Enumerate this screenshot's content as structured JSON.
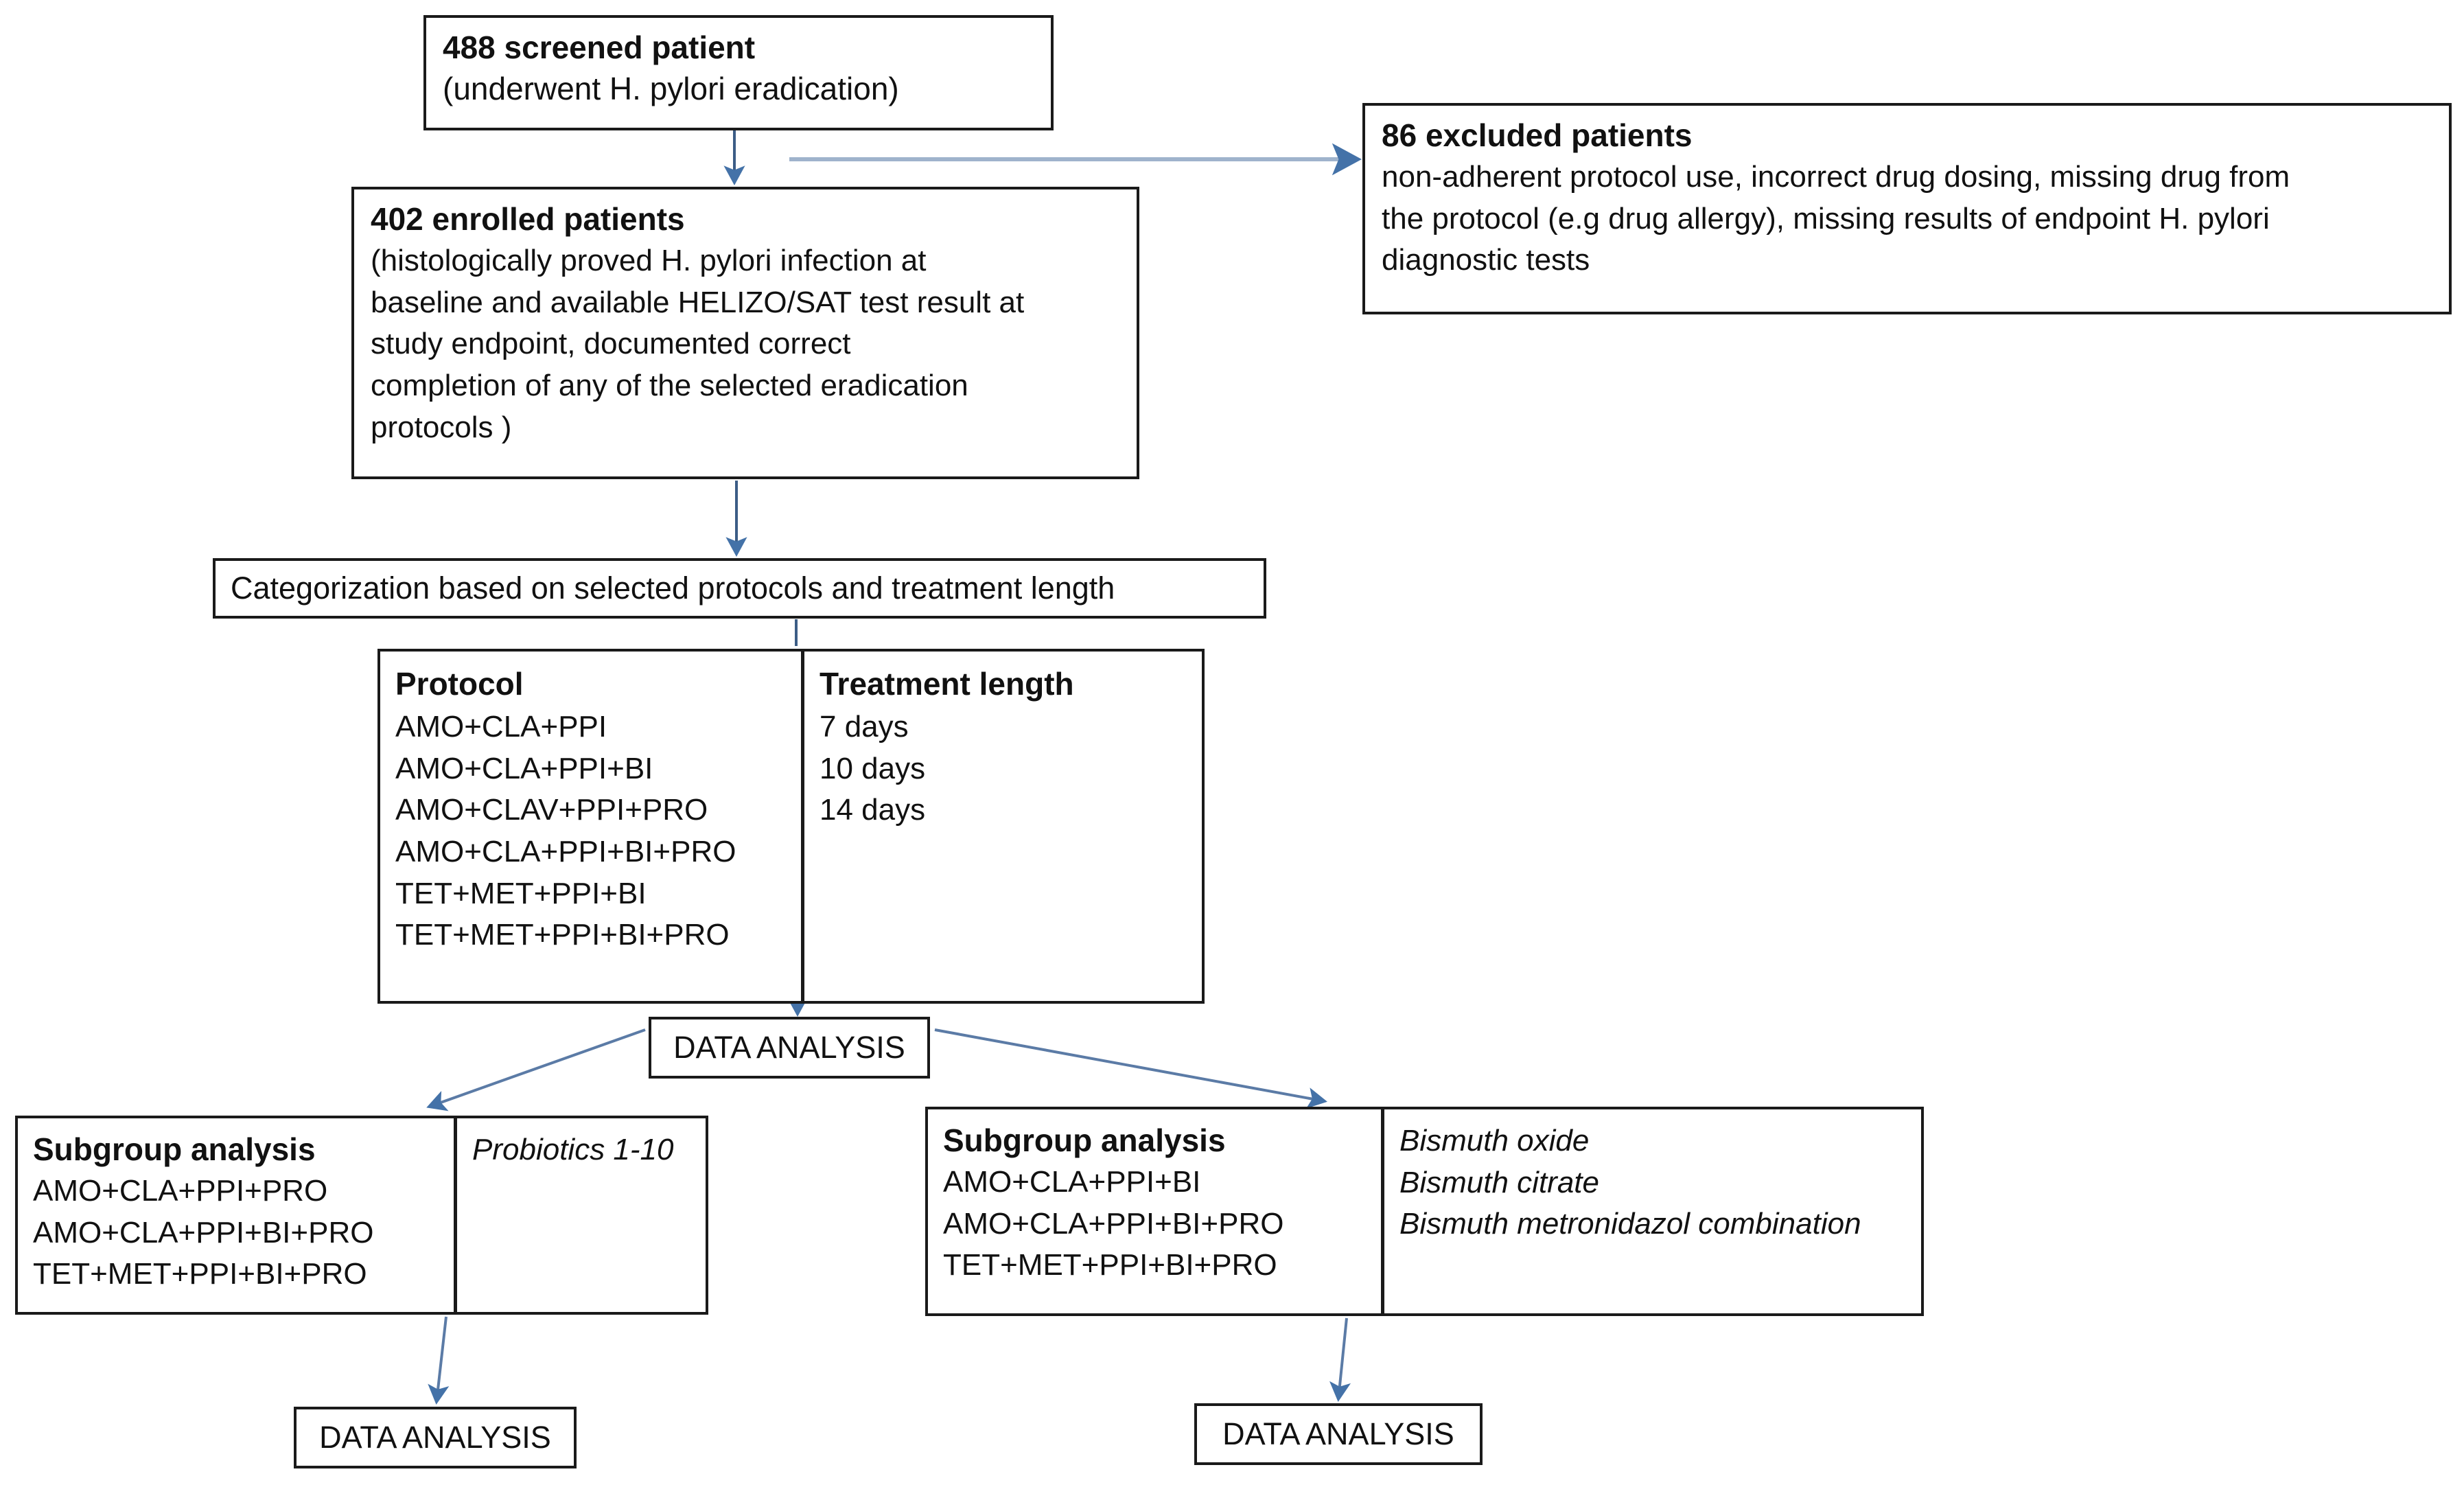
{
  "theme": {
    "box_border": "#1a1a1a",
    "arrow_color": "#4472a8",
    "text_color": "#111111",
    "background": "#ffffff"
  },
  "diagram": {
    "type": "study-flowchart",
    "title": "H. pylori eradication study flow diagram"
  },
  "nodes": {
    "screened": {
      "title": "488 screened patient",
      "lines": [
        "(underwent H. pylori eradication)"
      ]
    },
    "excluded": {
      "title": "86 excluded patients",
      "lines": [
        "non-adherent protocol use, incorrect drug dosing, missing drug from",
        "the protocol (e.g drug allergy), missing results of endpoint H. pylori",
        "diagnostic tests"
      ]
    },
    "enrolled": {
      "title": "402 enrolled patients",
      "lines": [
        "(histologically proved H. pylori infection at",
        "baseline and available HELIZO/SAT test result at",
        "study endpoint, documented correct",
        "completion of any of the selected eradication",
        "protocols )"
      ]
    },
    "categorization": {
      "label": "Categorization  based on selected protocols and treatment length"
    },
    "protocol_table": {
      "protocol_header": "Protocol",
      "protocols": [
        "AMO+CLA+PPI",
        "AMO+CLA+PPI+BI",
        "AMO+CLAV+PPI+PRO",
        "AMO+CLA+PPI+BI+PRO",
        "TET+MET+PPI+BI",
        "TET+MET+PPI+BI+PRO"
      ],
      "treatment_header": "Treatment length",
      "treatment_lengths": [
        "7 days",
        "10 days",
        "14 days"
      ]
    },
    "data_analysis_main": {
      "label": "DATA ANALYSIS"
    },
    "subgroup_left": {
      "title": "Subgroup analysis",
      "protocols": [
        "AMO+CLA+PPI+PRO",
        "AMO+CLA+PPI+BI+PRO",
        "TET+MET+PPI+BI+PRO"
      ],
      "side_items": [
        "Probiotics 1-10"
      ]
    },
    "subgroup_right": {
      "title": "Subgroup analysis",
      "protocols": [
        "AMO+CLA+PPI+BI",
        "AMO+CLA+PPI+BI+PRO",
        "TET+MET+PPI+BI+PRO"
      ],
      "side_items": [
        "Bismuth oxide",
        "Bismuth citrate",
        "Bismuth metronidazol combination"
      ]
    },
    "data_analysis_left": {
      "label": "DATA ANALYSIS"
    },
    "data_analysis_right": {
      "label": "DATA ANALYSIS"
    }
  }
}
